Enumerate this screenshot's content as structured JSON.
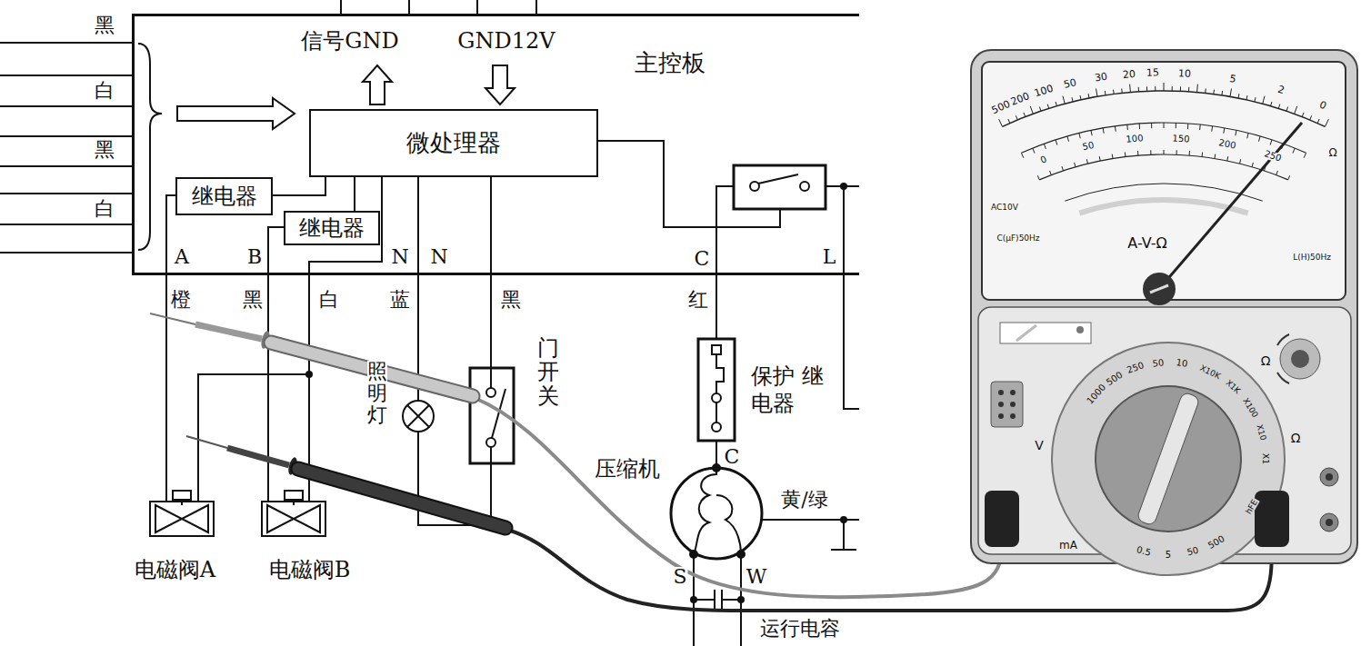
{
  "diagram": {
    "nodes": [
      {
        "text": [
          "主控板"
        ]
      },
      {
        "text": [
          "微处理器"
        ],
        "in": 0
      },
      {
        "text": [
          "继电器"
        ],
        "in": 0
      },
      {
        "text": [
          "继电器"
        ],
        "in": 0
      },
      {
        "text": [
          "照明灯"
        ]
      },
      {
        "text": [
          "门开关"
        ]
      },
      {
        "text": [
          "保护 继电器"
        ]
      },
      {
        "text": [
          "压缩机"
        ]
      },
      {
        "text": [
          "电磁阀A"
        ]
      },
      {
        "text": [
          "电磁阀B"
        ]
      }
    ],
    "edges": [
      {
        "from": 1,
        "to": 2,
        "arrow": "none"
      },
      {
        "from": 1,
        "to": 3,
        "arrow": "none"
      },
      {
        "from": 2,
        "to": 8,
        "arrow": "none"
      },
      {
        "from": 3,
        "to": 9,
        "arrow": "none"
      },
      {
        "from": 1,
        "to": 4,
        "arrow": "none"
      },
      {
        "from": 1,
        "to": 5,
        "arrow": "none"
      },
      {
        "from": 4,
        "to": 5,
        "arrow": "none"
      },
      {
        "from": 6,
        "to": 7,
        "arrow": "none"
      }
    ],
    "labels": [
      "黑",
      "白",
      "黑",
      "白",
      "信号GND",
      "GND12V",
      "A",
      "B",
      "N",
      "N",
      "C",
      "L",
      "橙",
      "黑",
      "白",
      "蓝",
      "黑",
      "红",
      "C",
      "黄/绿",
      "S",
      "W",
      "运行电容",
      "A-V-Ω",
      "AC10V",
      "C(μF)50Hz",
      "L(H)50Hz",
      "500",
      "200",
      "100",
      "50",
      "30",
      "20",
      "15",
      "10",
      "5",
      "2",
      "0",
      "0",
      "50",
      "100",
      "150",
      "200",
      "250",
      "Ω",
      "1000",
      "500",
      "250",
      "50",
      "10",
      "X10K",
      "X1K",
      "X100",
      "X10",
      "X1",
      "500",
      "50",
      "5",
      "0.5",
      "hFE",
      "V",
      "Ω",
      "mA",
      "Ω"
    ]
  }
}
